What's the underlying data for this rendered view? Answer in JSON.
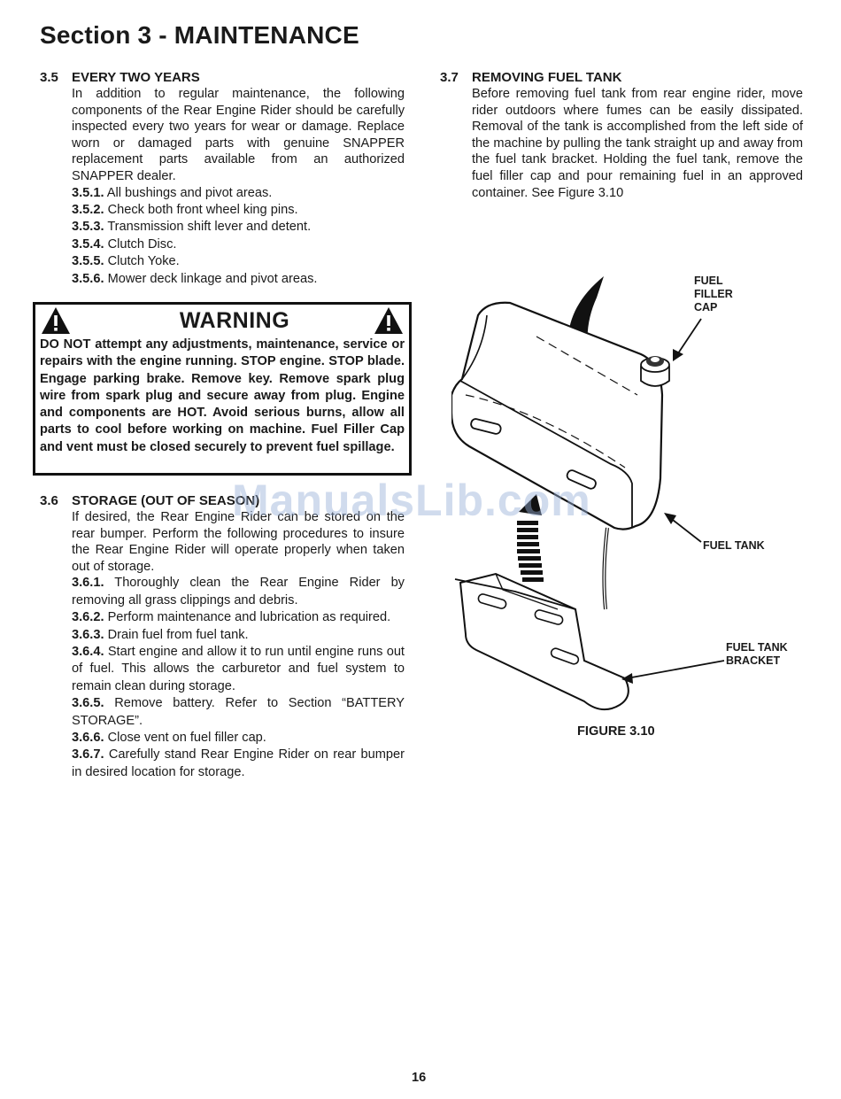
{
  "header": {
    "title": "Section 3 - MAINTENANCE"
  },
  "sec35": {
    "number": "3.5",
    "heading": "EVERY TWO YEARS",
    "intro": "In addition to regular maintenance, the following components of the Rear Engine Rider should be carefully inspected every two years for wear or damage.  Replace worn or damaged parts with genuine SNAPPER replacement parts available from an authorized SNAPPER dealer.",
    "items": [
      {
        "num": "3.5.1.",
        "text": "All bushings and pivot areas."
      },
      {
        "num": "3.5.2.",
        "text": "Check both front wheel king pins."
      },
      {
        "num": "3.5.3.",
        "text": "Transmission shift lever and detent."
      },
      {
        "num": "3.5.4.",
        "text": "Clutch Disc."
      },
      {
        "num": "3.5.5.",
        "text": "Clutch Yoke."
      },
      {
        "num": "3.5.6.",
        "text": "Mower deck linkage and pivot areas."
      }
    ]
  },
  "warning": {
    "title": "WARNING",
    "text": "DO NOT attempt any adjustments, maintenance, service or repairs with the engine running. STOP engine. STOP blade. Engage parking brake. Remove key. Remove spark plug wire from spark plug and secure away from plug. Engine and components are HOT. Avoid serious burns, allow all parts to cool before working on machine. Fuel Filler Cap and vent must be closed securely to prevent fuel spillage."
  },
  "sec36": {
    "number": "3.6",
    "heading": "STORAGE (OUT OF SEASON)",
    "intro": "If desired, the Rear Engine Rider can be stored on the rear bumper.  Perform the following procedures to insure the Rear Engine Rider will operate properly when taken out of storage.",
    "items": [
      {
        "num": "3.6.1.",
        "text": "Thoroughly clean the Rear Engine Rider by removing all grass clippings and debris."
      },
      {
        "num": "3.6.2.",
        "text": "Perform maintenance and lubrication as required."
      },
      {
        "num": "3.6.3.",
        "text": "Drain fuel from fuel tank."
      },
      {
        "num": "3.6.4.",
        "text": "Start engine and allow it to run until engine runs out of fuel.  This allows the carburetor and fuel system to remain clean during storage."
      },
      {
        "num": "3.6.5.",
        "text": "Remove battery. Refer to Section “BATTERY STORAGE”."
      },
      {
        "num": "3.6.6.",
        "text": "Close vent on fuel filler cap."
      },
      {
        "num": "3.6.7.",
        "text": "Carefully stand Rear Engine Rider on rear bumper in desired location for storage."
      }
    ]
  },
  "sec37": {
    "number": "3.7",
    "heading": "REMOVING FUEL TANK",
    "body": "Before removing fuel tank from rear engine rider, move rider outdoors where fumes can be easily dissipated. Removal of the tank is accomplished from the left side of the machine by pulling the tank straight up and away from the fuel tank bracket. Holding the fuel tank, remove the fuel filler cap and pour remaining fuel in an approved container. See Figure 3.10"
  },
  "figure": {
    "labels": {
      "cap_line1": "FUEL",
      "cap_line2": "FILLER",
      "cap_line3": "CAP",
      "tank": "FUEL TANK",
      "bracket_line1": "FUEL TANK",
      "bracket_line2": "BRACKET"
    },
    "caption": "FIGURE 3.10"
  },
  "watermark": "ManualsLib.com",
  "footer": {
    "page_number": "16"
  }
}
